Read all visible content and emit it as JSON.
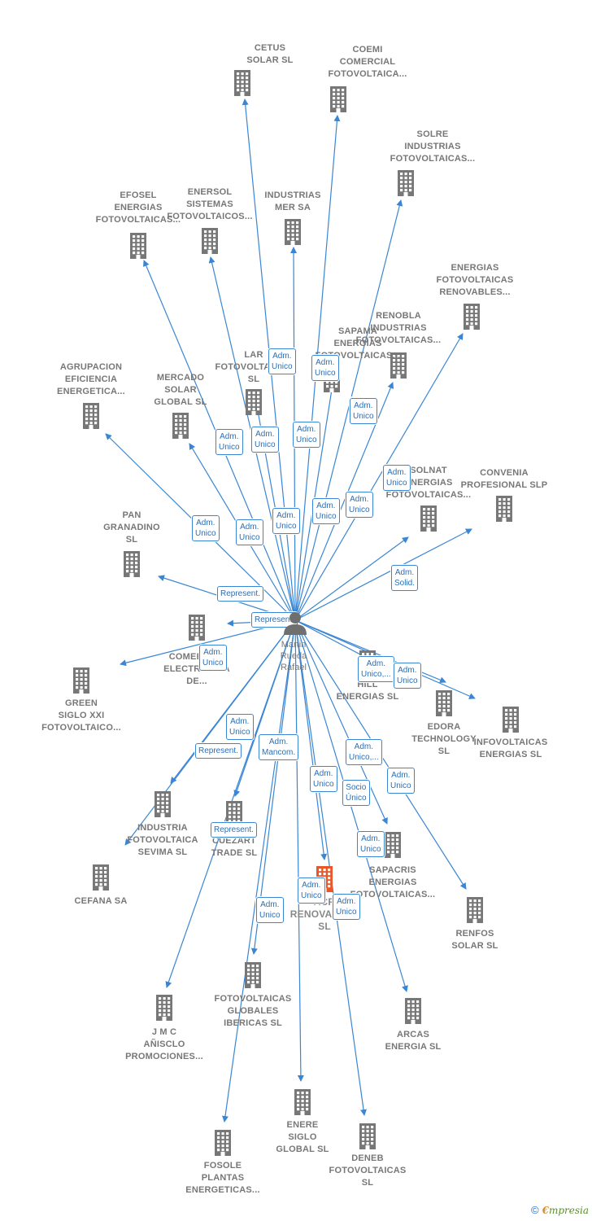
{
  "center": {
    "name": "Martin\nRueda\nRafael",
    "icon": "person-icon"
  },
  "colors": {
    "edge": "#3a86d4",
    "building": "#777777",
    "focus_building": "#e8562a",
    "label_text": "#2a6fb8"
  },
  "nodes": [
    {
      "name": "CETUS\nSOLAR SL",
      "role": "Adm.\nUnico"
    },
    {
      "name": "COEMI\nCOMERCIAL\nFOTOVOLTAICA...",
      "role": "Adm.\nUnico"
    },
    {
      "name": "SOLRE\nINDUSTRIAS\nFOTOVOLTAICAS...",
      "role": "Adm.\nUnico"
    },
    {
      "name": "EFOSEL\nENERGIAS\nFOTOVOLTAICAS...",
      "role": "Adm.\nUnico"
    },
    {
      "name": "ENERSOL\nSISTEMAS\nFOTOVOLTAICOS...",
      "role": "Adm.\nUnico"
    },
    {
      "name": "INDUSTRIAS\nMER SA",
      "role": "Adm.\nUnico"
    },
    {
      "name": "ENERGIAS\nFOTOVOLTAICAS\nRENOVABLES...",
      "role": "Adm.\nUnico"
    },
    {
      "name": "RENOBLA\nINDUSTRIAS\nFOTOVOLTAICAS...",
      "role": "Adm.\nUnico"
    },
    {
      "name": "SAPAMA\nENERGIAS\nFOTOVOLTAICAS...",
      "role": "Adm.\nUnico"
    },
    {
      "name": "LAR\nFOTOVOLTAICAS\nSL",
      "role": "Adm.\nUnico"
    },
    {
      "name": "AGRUPACION\nEFICIENCIA\nENERGETICA...",
      "role": "Adm.\nUnico"
    },
    {
      "name": "MERCADO\nSOLAR\nGLOBAL SL",
      "role": "Adm.\nUnico"
    },
    {
      "name": "SOLNAT\nENERGIAS\nFOTOVOLTAICAS...",
      "role": "Adm.\nUnico"
    },
    {
      "name": "CONVENIA\nPROFESIONAL SLP",
      "role": "Adm.\nSolid."
    },
    {
      "name": "PAN\nGRANADINO\nSL",
      "role": "Represent."
    },
    {
      "name": "COMERCIAL\nELECTRONICA\nDE...",
      "role": "Represent."
    },
    {
      "name": "GREEN\nSIGLO XXI\nFOTOVOLTAICO...",
      "role": "Adm.\nUnico"
    },
    {
      "name": "HILL\nENERGIAS SL",
      "role": "Adm.\nUnico,..."
    },
    {
      "name": "EDORA\nTECHNOLOGY\nSL",
      "role": "Adm.\nUnico"
    },
    {
      "name": "INFOVOLTAICAS\nENERGIAS SL",
      "role": "Adm.\nUnico"
    },
    {
      "name": "INDUSTRIA\nFOTOVOLTAICA\nSEVIMA SL",
      "role": "Represent."
    },
    {
      "name": "CUEZART\nTRADE SL",
      "role": "Adm.\nMancom."
    },
    {
      "name": "CEFANA SA",
      "role": "Adm.\nUnico"
    },
    {
      "name": "SAPACRIS\nENERGIAS\nFOTOVOLTAICAS...",
      "role": "Adm.\nUnico"
    },
    {
      "name": "RENFOS\nSOLAR SL",
      "role": "Adm.\nUnico"
    },
    {
      "name": "ACR\nRENOVABLES\nSL",
      "role": "Socio\nÚnico",
      "focus": true
    },
    {
      "name": "FOTOVOLTAICAS\nGLOBALES\nIBERICAS SL",
      "role": "Adm.\nUnico"
    },
    {
      "name": "J M C\nAÑISCLO\nPROMOCIONES...",
      "role": "Represent."
    },
    {
      "name": "ARCAS\nENERGIA SL",
      "role": "Adm.\nUnico,..."
    },
    {
      "name": "ENERE\nSIGLO\nGLOBAL SL",
      "role": "Adm.\nUnico"
    },
    {
      "name": "DENEB\nFOTOVOLTAICAS\nSL",
      "role": "Adm.\nUnico"
    },
    {
      "name": "FOSOLE\nPLANTAS\nENERGETICAS...",
      "role": "Adm.\nUnico"
    }
  ],
  "footer": {
    "copyright": "©",
    "brand_initial": "€",
    "brand_rest": "mpresia"
  }
}
